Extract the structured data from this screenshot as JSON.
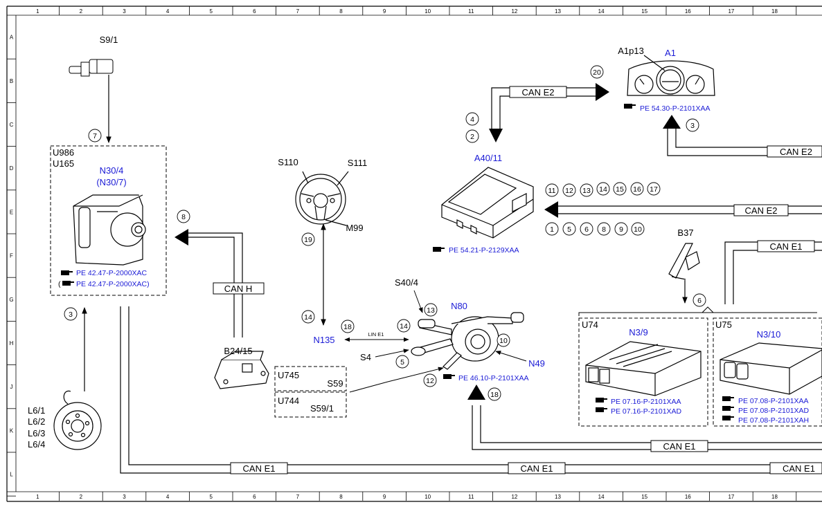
{
  "grid": {
    "columns": [
      "1",
      "2",
      "3",
      "4",
      "5",
      "6",
      "7",
      "8",
      "9",
      "10",
      "11",
      "12",
      "13",
      "14",
      "15",
      "16",
      "17",
      "18"
    ],
    "rows": [
      "A",
      "B",
      "C",
      "D",
      "E",
      "F",
      "G",
      "H",
      "J",
      "K",
      "L"
    ]
  },
  "components": {
    "s9_1": "S9/1",
    "u986": "U986",
    "u165": "U165",
    "n30_4": "N30/4",
    "n30_7": "(N30/7)",
    "s110": "S110",
    "s111": "S111",
    "m99": "M99",
    "a40_11": "A40/11",
    "a1p13": "A1p13",
    "a1": "A1",
    "b37": "B37",
    "s40_4": "S40/4",
    "n80": "N80",
    "n135": "N135",
    "s4": "S4",
    "n49": "N49",
    "b24_15": "B24/15",
    "u745": "U745",
    "s59": "S59",
    "u744": "U744",
    "s59_1": "S59/1",
    "l6_1": "L6/1",
    "l6_2": "L6/2",
    "l6_3": "L6/3",
    "l6_4": "L6/4",
    "u74": "U74",
    "n3_9": "N3/9",
    "u75": "U75",
    "n3_10": "N3/10"
  },
  "references": {
    "esp1": "PE 42.47-P-2000XAC",
    "esp2": "PE 42.47-P-2000XAC)",
    "esp2_open": "(",
    "a40": "PE 54.21-P-2129XAA",
    "a1": "PE 54.30-P-2101XAA",
    "n80": "PE 46.10-P-2101XAA",
    "n39_1": "PE 07.16-P-2101XAA",
    "n39_2": "PE 07.16-P-2101XAD",
    "n310_1": "PE 07.08-P-2101XAA",
    "n310_2": "PE 07.08-P-2101XAD",
    "n310_3": "PE 07.08-P-2101XAH"
  },
  "buses": {
    "can_e2": "CAN E2",
    "can_e1": "CAN E1",
    "can_h": "CAN H",
    "lin_e1": "LIN E1"
  },
  "callouts": {
    "c7": "7",
    "c3": "3",
    "c8": "8",
    "c19": "19",
    "c14": "14",
    "c18": "18",
    "c13": "13",
    "c10": "10",
    "c5": "5",
    "c12": "12",
    "c20": "20",
    "c4": "4",
    "c2": "2",
    "c11": "11",
    "c15": "15",
    "c16": "16",
    "c17": "17",
    "c1": "1",
    "c6": "6",
    "c9": "9"
  },
  "colors": {
    "blue": "#1a1ad6",
    "black": "#000000"
  }
}
